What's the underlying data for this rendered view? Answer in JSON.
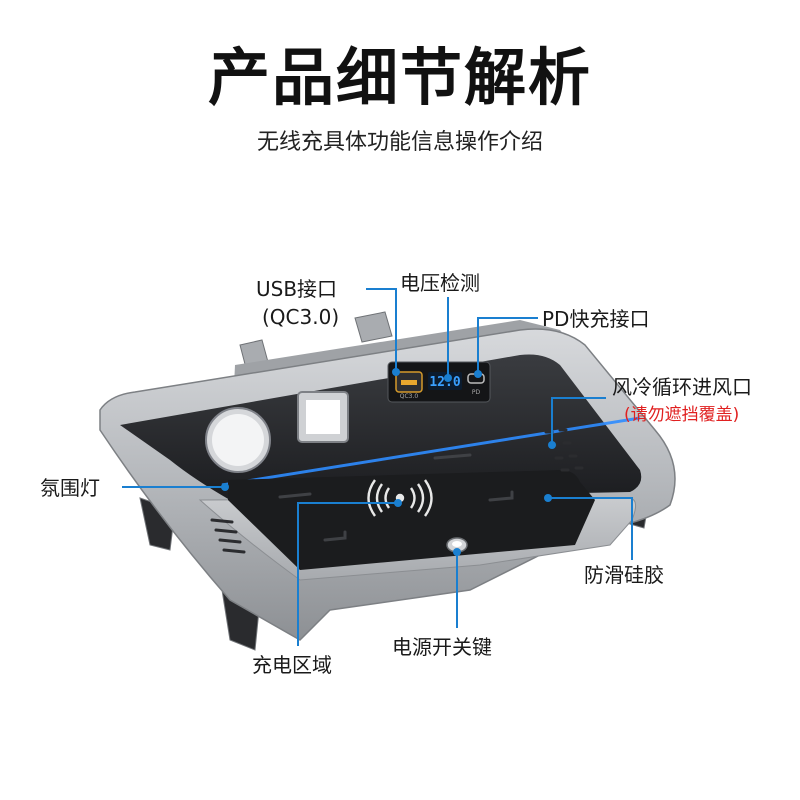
{
  "header": {
    "title": "产品细节解析",
    "subtitle": "无线充具体功能信息操作介绍"
  },
  "labels": {
    "usb_port": "USB接口",
    "usb_qc": "(QC3.0)",
    "voltage_detect": "电压检测",
    "pd_port": "PD快充接口",
    "air_vent": "风冷循环进风口",
    "air_vent_warning": "(请勿遮挡覆盖)",
    "ambient_light": "氛围灯",
    "anti_slip": "防滑硅胶",
    "power_button": "电源开关键",
    "charging_area": "充电区域"
  },
  "device": {
    "voltage_readout": "12.0",
    "qc_badge": "QC3.0",
    "pd_badge": "PD"
  },
  "colors": {
    "accent_line": "#1a7fd0",
    "led_blue": "#2e8cff",
    "warning": "#e02020",
    "tray_silver": "#b9bcc0",
    "pad_black": "#1b1c1e"
  }
}
